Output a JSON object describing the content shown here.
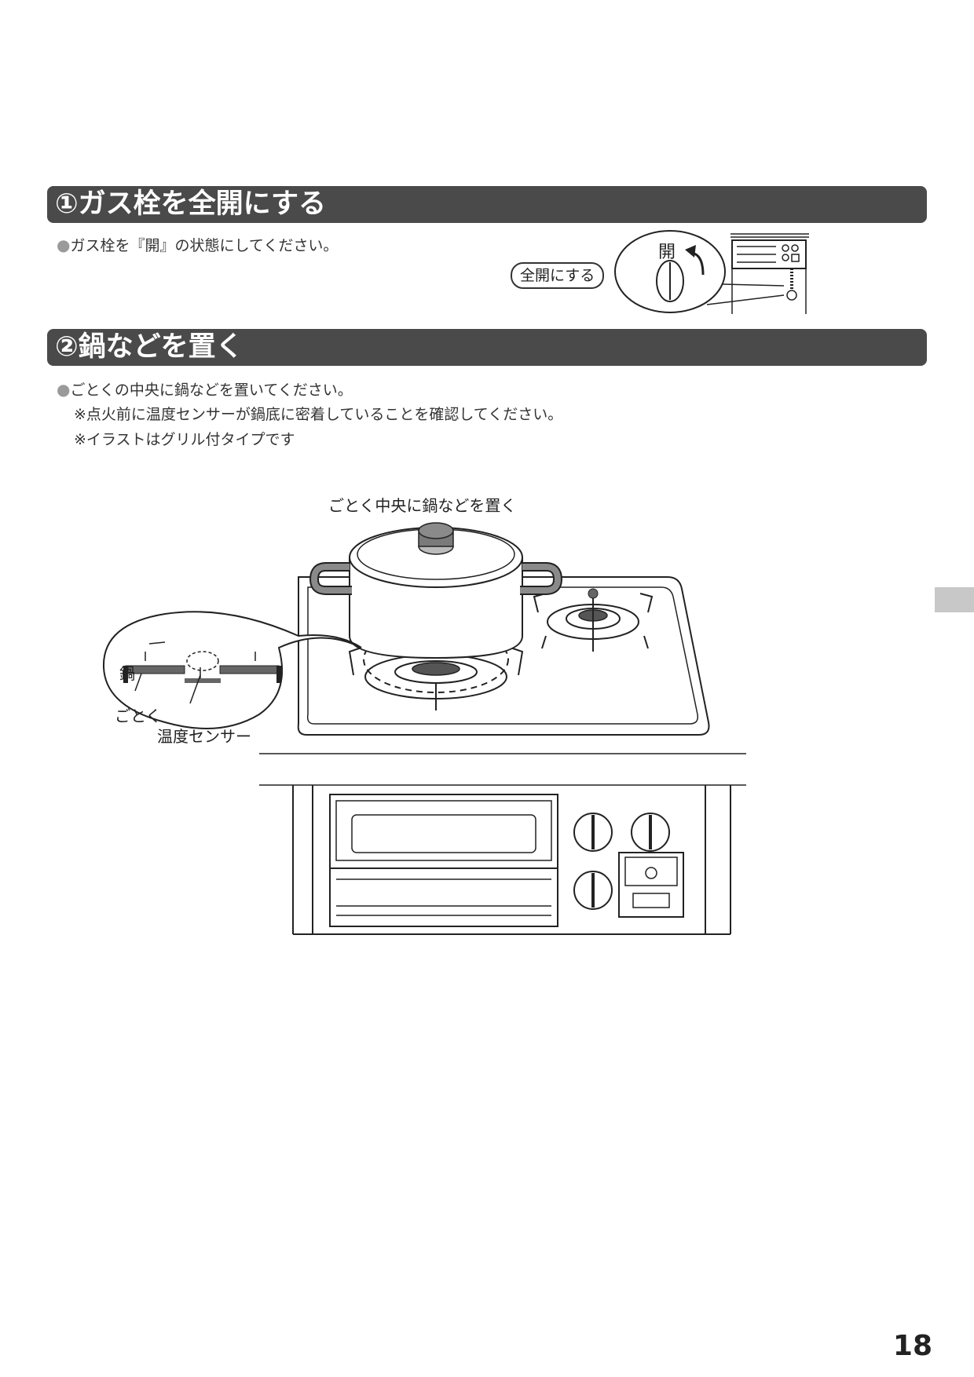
{
  "section1": {
    "title": "①ガス栓を全開にする",
    "bullet": "●",
    "text": "ガス栓を『開』の状態にしてください。",
    "pill_label": "全開にする",
    "knob_label": "開"
  },
  "section2": {
    "title": "②鍋などを置く",
    "bullet": "●",
    "lines": [
      "ごとくの中央に鍋などを置いてください。",
      "※点火前に温度センサーが鍋底に密着していることを確認してください。",
      "※イラストはグリル付タイプです"
    ],
    "diagram_caption": "ごとく中央に鍋などを置く",
    "callout_labels": {
      "pot": "鍋",
      "trivet": "ごとく",
      "sensor": "温度センサー"
    }
  },
  "page_number": "18"
}
